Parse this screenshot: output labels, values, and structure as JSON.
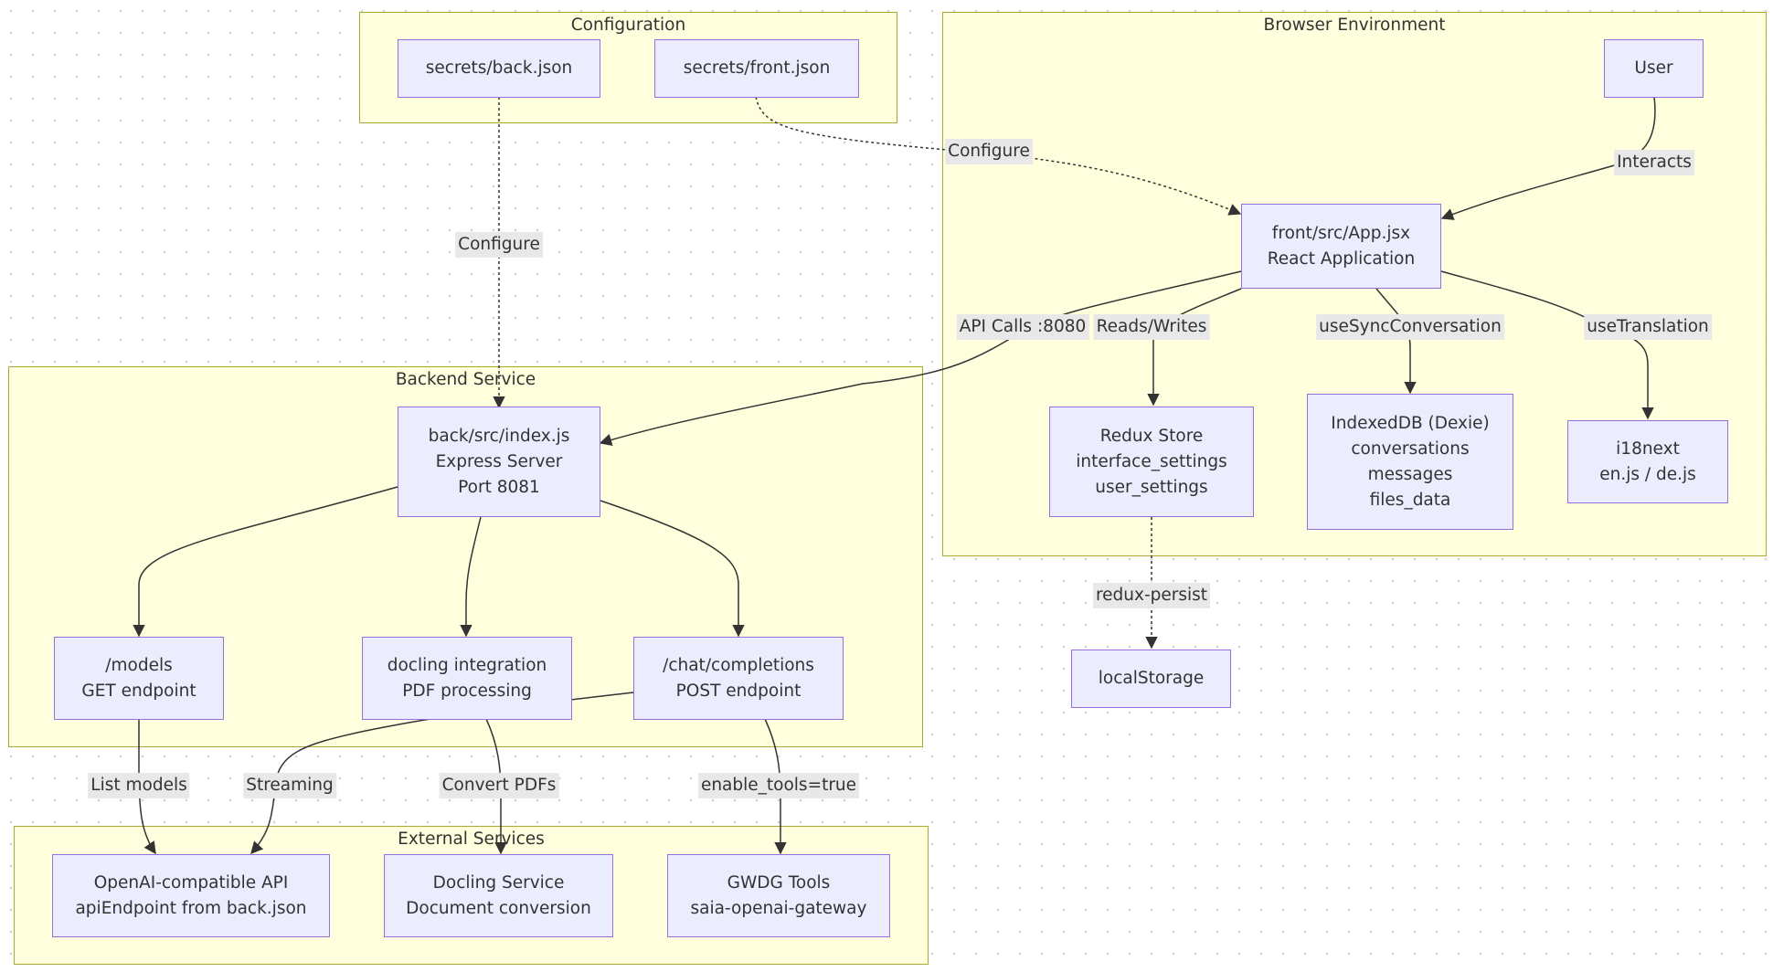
{
  "groups": {
    "configuration": {
      "title": "Configuration"
    },
    "browser": {
      "title": "Browser Environment"
    },
    "backend": {
      "title": "Backend Service"
    },
    "external": {
      "title": "External Services"
    }
  },
  "nodes": {
    "secrets_back": {
      "lines": [
        "secrets/back.json"
      ]
    },
    "secrets_front": {
      "lines": [
        "secrets/front.json"
      ]
    },
    "user": {
      "lines": [
        "User"
      ]
    },
    "app": {
      "lines": [
        "front/src/App.jsx",
        "React Application"
      ]
    },
    "redux": {
      "lines": [
        "Redux Store",
        "interface_settings",
        "user_settings"
      ]
    },
    "indexeddb": {
      "lines": [
        "IndexedDB (Dexie)",
        "conversations",
        "messages",
        "files_data"
      ]
    },
    "i18next": {
      "lines": [
        "i18next",
        "en.js / de.js"
      ]
    },
    "localstorage": {
      "lines": [
        "localStorage"
      ]
    },
    "index": {
      "lines": [
        "back/src/index.js",
        "Express Server",
        "Port 8081"
      ]
    },
    "models": {
      "lines": [
        "/models",
        "GET endpoint"
      ]
    },
    "docling": {
      "lines": [
        "docling integration",
        "PDF processing"
      ]
    },
    "chat": {
      "lines": [
        "/chat/completions",
        "POST endpoint"
      ]
    },
    "openai": {
      "lines": [
        "OpenAI-compatible API",
        "apiEndpoint from back.json"
      ]
    },
    "docling_service": {
      "lines": [
        "Docling Service",
        "Document conversion"
      ]
    },
    "gwdg": {
      "lines": [
        "GWDG Tools",
        "saia-openai-gateway"
      ]
    }
  },
  "edge_labels": {
    "configure_back": "Configure",
    "configure_front": "Configure",
    "interacts": "Interacts",
    "api_calls": "API Calls :8080",
    "reads_writes": "Reads/Writes",
    "use_sync": "useSyncConversation",
    "use_translation": "useTranslation",
    "redux_persist": "redux-persist",
    "list_models": "List models",
    "streaming": "Streaming",
    "convert_pdfs": "Convert PDFs",
    "enable_tools": "enable_tools=true"
  },
  "colors": {
    "group_fill": "#ffffde",
    "group_border": "#aaaa33",
    "node_fill": "#ececff",
    "node_border": "#9370db",
    "edge": "#333333",
    "label_bg": "#e8e8e8"
  }
}
